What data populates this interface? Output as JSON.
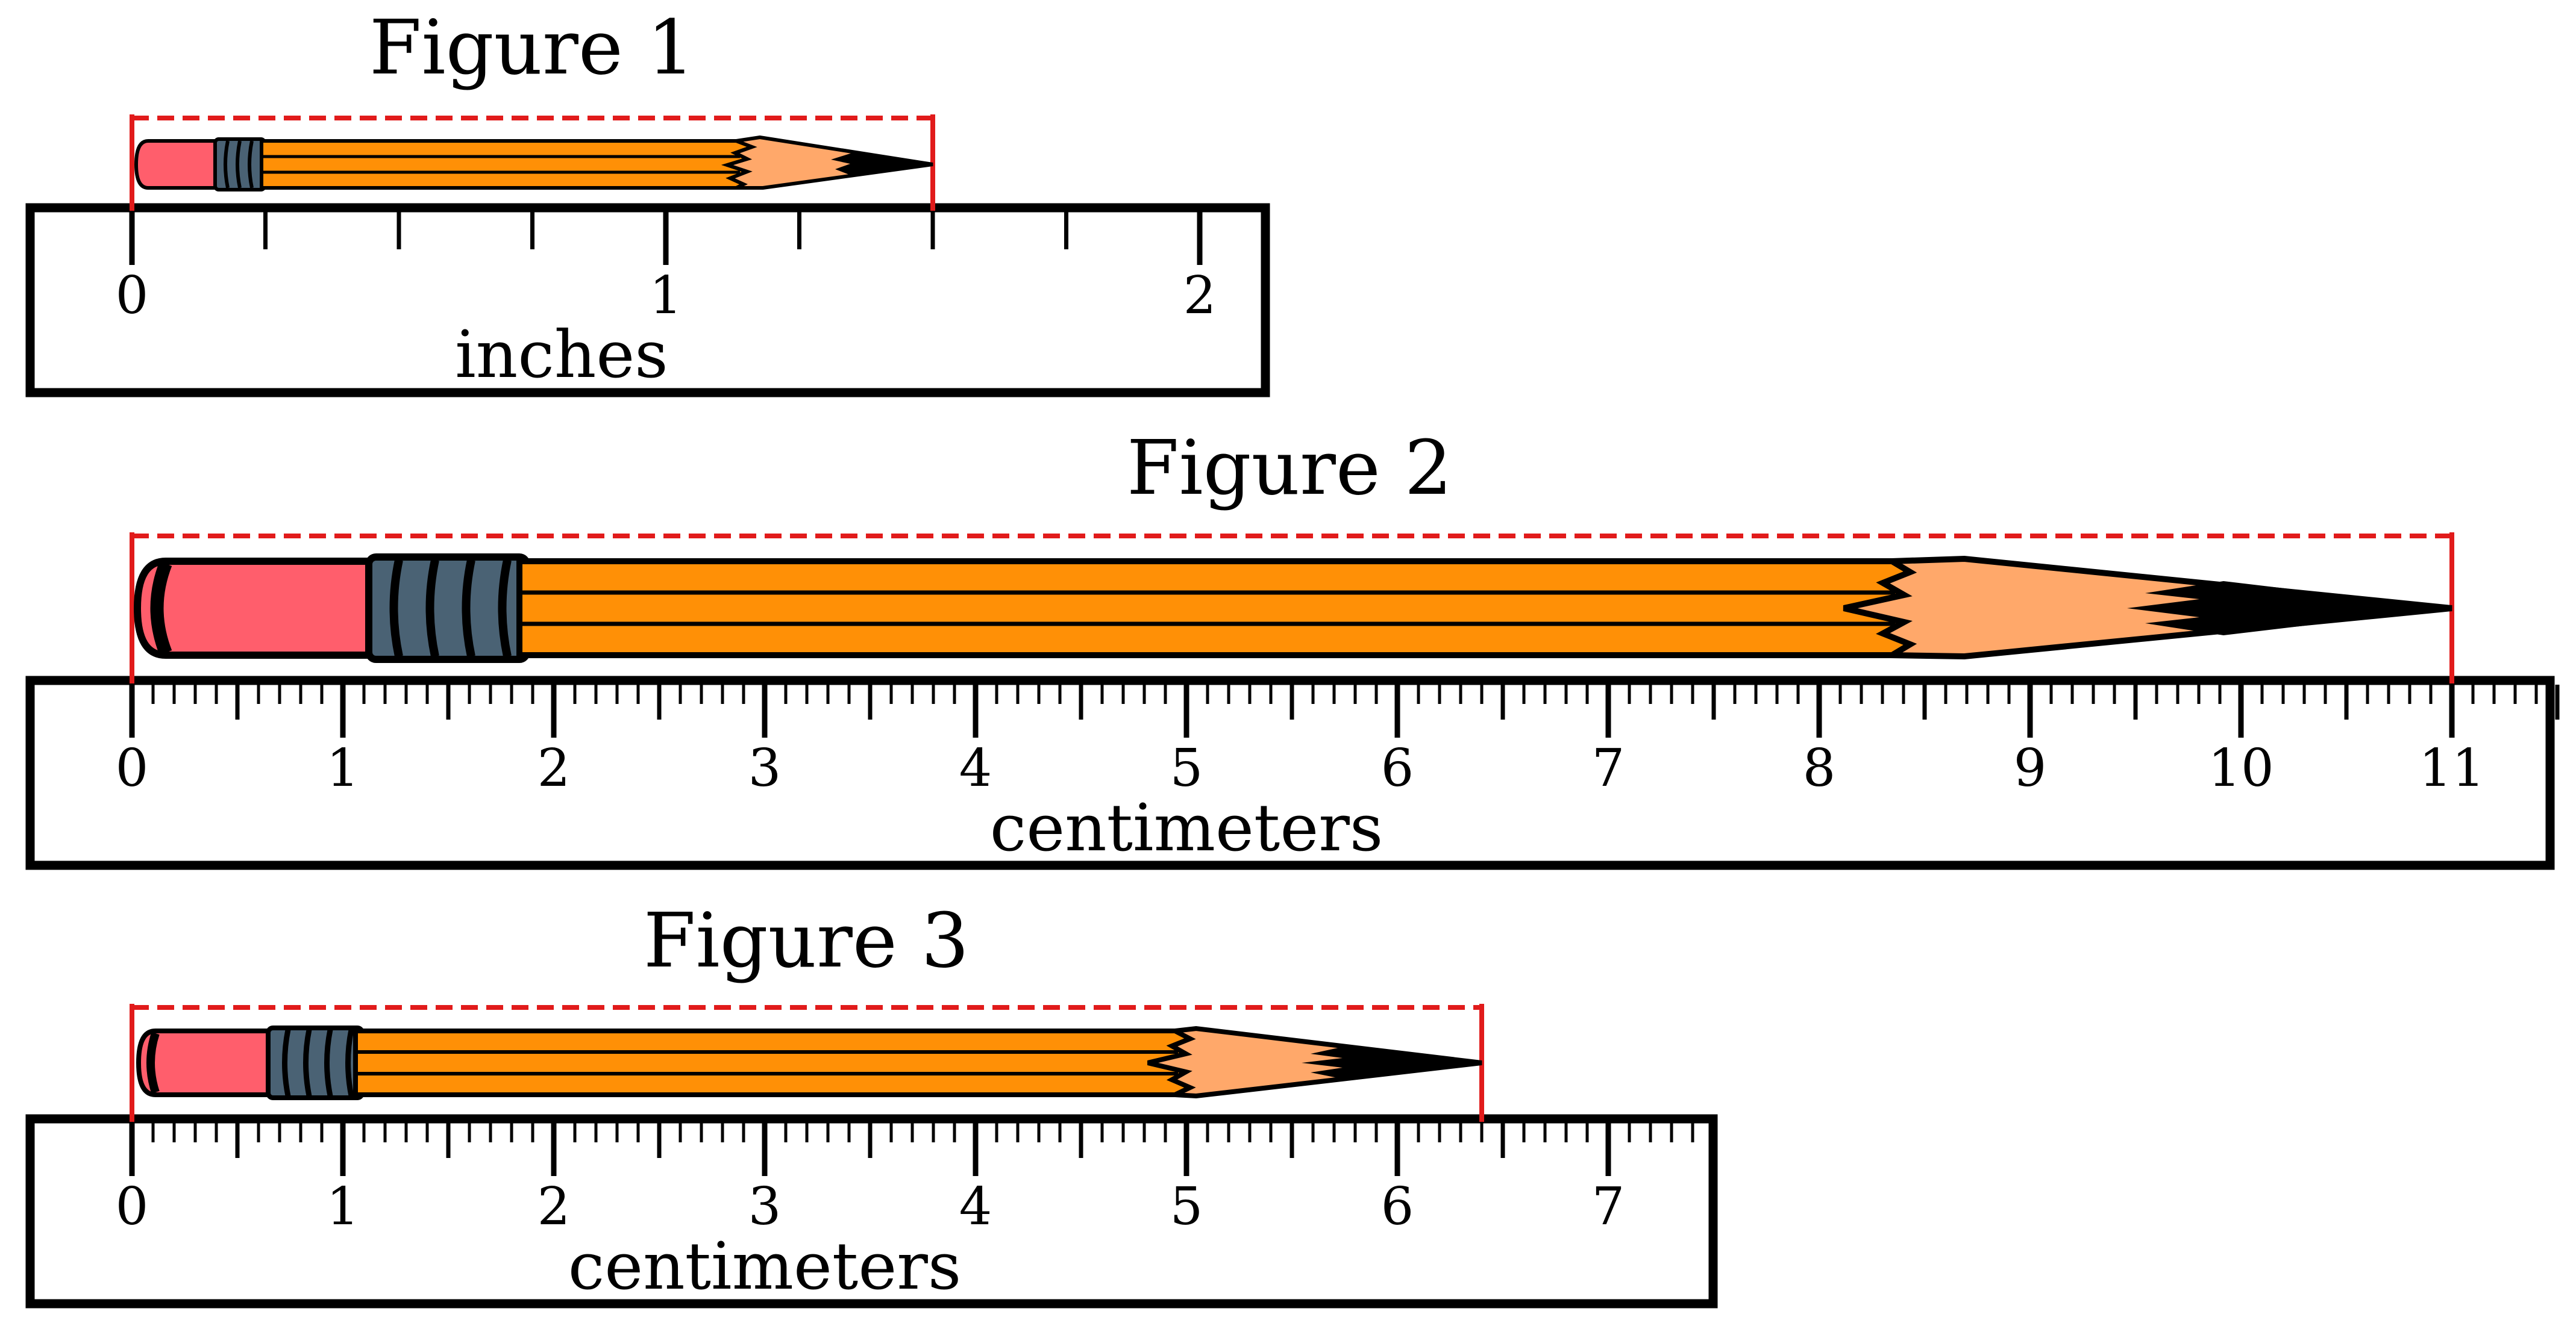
{
  "colors": {
    "eraser": "#ff5e6c",
    "ferrule": "#4a6274",
    "body": "#ff9006",
    "wood": "#ffa86a",
    "lead": "#000000",
    "bracket": "#e11b1b",
    "outline": "#000000"
  },
  "figures": [
    {
      "title": "Figure 1",
      "unit_label": "inches",
      "ruler_max": 2,
      "minor_per_unit": 4,
      "numbers": [
        "0",
        "1",
        "2"
      ],
      "pencil_length": 1.5
    },
    {
      "title": "Figure 2",
      "unit_label": "centimeters",
      "ruler_max": 11.5,
      "minor_per_unit": 10,
      "numbers": [
        "0",
        "1",
        "2",
        "3",
        "4",
        "5",
        "6",
        "7",
        "8",
        "9",
        "10",
        "11"
      ],
      "pencil_length": 11
    },
    {
      "title": "Figure 3",
      "unit_label": "centimeters",
      "ruler_max": 7.5,
      "minor_per_unit": 10,
      "numbers": [
        "0",
        "1",
        "2",
        "3",
        "4",
        "5",
        "6",
        "7"
      ],
      "pencil_length": 6.4
    }
  ]
}
